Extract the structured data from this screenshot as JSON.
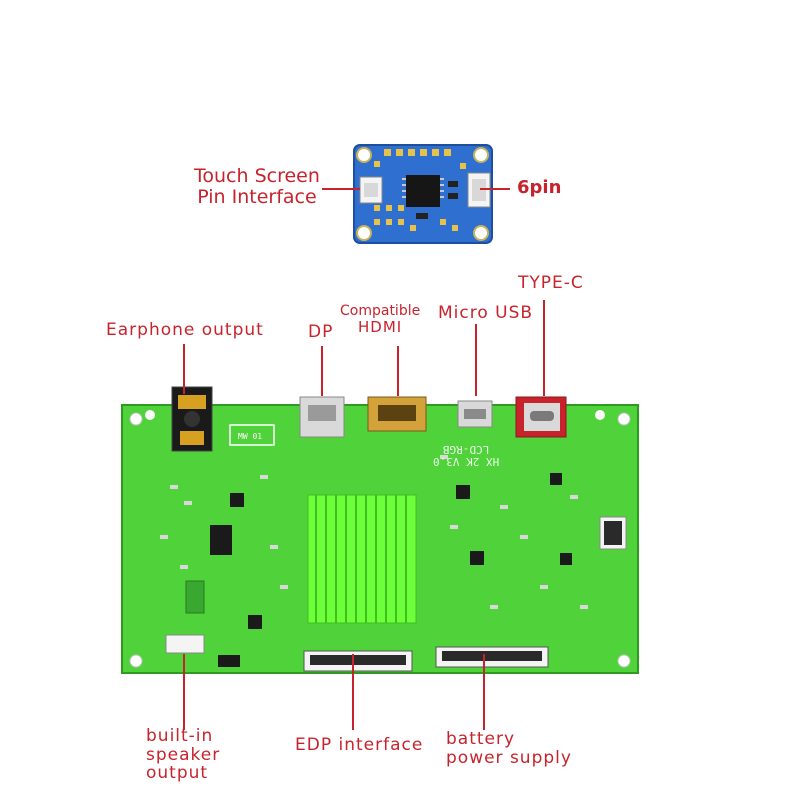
{
  "labels": {
    "touch_screen_line1": "Touch Screen",
    "touch_screen_line2": "Pin Interface",
    "six_pin": "6pin",
    "type_c": "TYPE-C",
    "micro_usb": "Micro USB",
    "compatible": "Compatible",
    "hdmi": "HDMI",
    "dp": "DP",
    "earphone_output": "Earphone output",
    "builtin_line1": "built-in",
    "builtin_line2": "speaker",
    "builtin_line3": "output",
    "edp_interface": "EDP interface",
    "battery_line1": "battery",
    "battery_line2": "power supply"
  },
  "board_silkscreen": {
    "model": "HX 2K V3.0",
    "type": "LCD-RGB"
  },
  "colors": {
    "label_red": "#c8232c",
    "board_green": "#4fd23a",
    "heatsink_green": "#6cff3a",
    "touch_board_blue": "#2f6fd0"
  }
}
